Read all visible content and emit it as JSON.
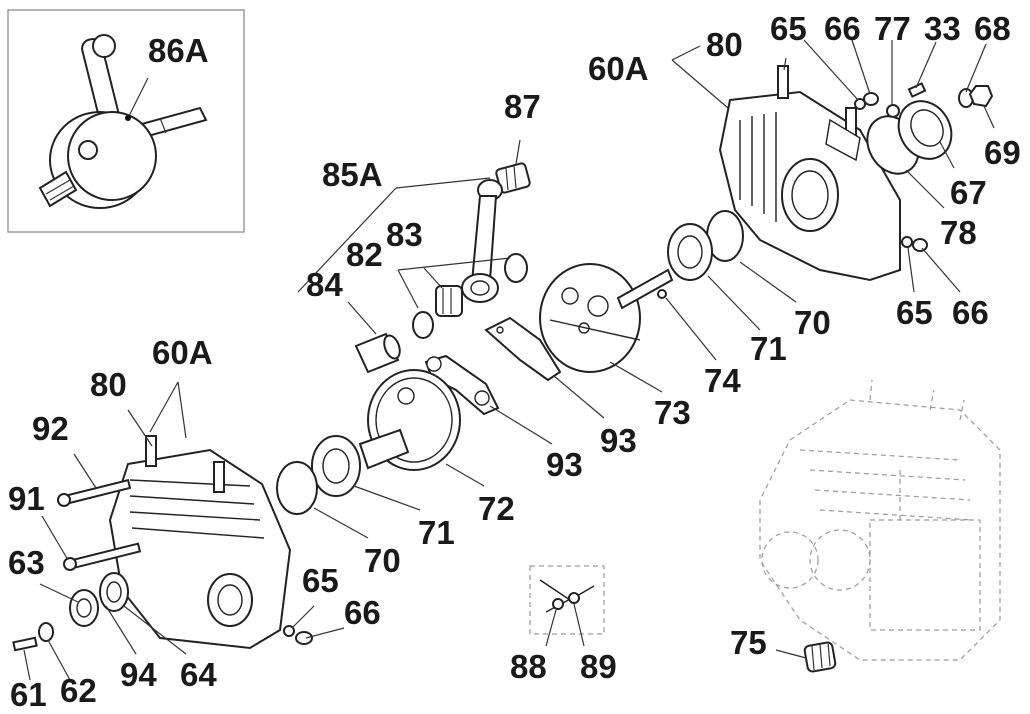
{
  "diagram": {
    "callouts": [
      {
        "id": "c86a",
        "text": "86A"
      },
      {
        "id": "c87",
        "text": "87"
      },
      {
        "id": "c85a",
        "text": "85A"
      },
      {
        "id": "c83",
        "text": "83"
      },
      {
        "id": "c82",
        "text": "82"
      },
      {
        "id": "c84",
        "text": "84"
      },
      {
        "id": "c60a-right",
        "text": "60A"
      },
      {
        "id": "c80-right",
        "text": "80"
      },
      {
        "id": "c65-top",
        "text": "65"
      },
      {
        "id": "c66-top",
        "text": "66"
      },
      {
        "id": "c77",
        "text": "77"
      },
      {
        "id": "c33",
        "text": "33"
      },
      {
        "id": "c68",
        "text": "68"
      },
      {
        "id": "c69",
        "text": "69"
      },
      {
        "id": "c67",
        "text": "67"
      },
      {
        "id": "c78",
        "text": "78"
      },
      {
        "id": "c65-right",
        "text": "65"
      },
      {
        "id": "c66-right",
        "text": "66"
      },
      {
        "id": "c70-right",
        "text": "70"
      },
      {
        "id": "c71-right",
        "text": "71"
      },
      {
        "id": "c74",
        "text": "74"
      },
      {
        "id": "c73",
        "text": "73"
      },
      {
        "id": "c93-right",
        "text": "93"
      },
      {
        "id": "c93-left",
        "text": "93"
      },
      {
        "id": "c72",
        "text": "72"
      },
      {
        "id": "c71-left",
        "text": "71"
      },
      {
        "id": "c70-left",
        "text": "70"
      },
      {
        "id": "c60a-left",
        "text": "60A"
      },
      {
        "id": "c80-left",
        "text": "80"
      },
      {
        "id": "c92",
        "text": "92"
      },
      {
        "id": "c91",
        "text": "91"
      },
      {
        "id": "c63",
        "text": "63"
      },
      {
        "id": "c65-bottom",
        "text": "65"
      },
      {
        "id": "c66-bottom",
        "text": "66"
      },
      {
        "id": "c94",
        "text": "94"
      },
      {
        "id": "c64",
        "text": "64"
      },
      {
        "id": "c61",
        "text": "61"
      },
      {
        "id": "c62",
        "text": "62"
      },
      {
        "id": "c88",
        "text": "88"
      },
      {
        "id": "c89",
        "text": "89"
      },
      {
        "id": "c75",
        "text": "75"
      }
    ]
  }
}
